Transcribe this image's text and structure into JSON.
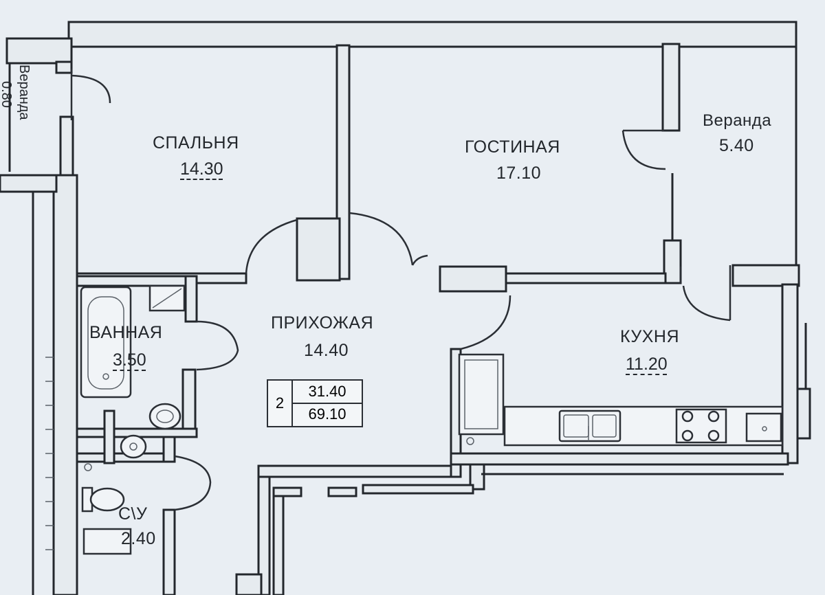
{
  "rooms": {
    "bedroom": {
      "name": "СПАЛЬНЯ",
      "area": "14.30"
    },
    "living": {
      "name": "ГОСТИНАЯ",
      "area": "17.10"
    },
    "veranda_right": {
      "name": "Веранда",
      "area": "5.40"
    },
    "veranda_left": {
      "name": "Веранда",
      "area": "0.80"
    },
    "bathroom": {
      "name": "ВАННАЯ",
      "area": "3.50"
    },
    "hallway": {
      "name": "ПРИХОЖАЯ",
      "area": "14.40"
    },
    "kitchen": {
      "name": "КУХНЯ",
      "area": "11.20"
    },
    "wc": {
      "name": "С\\У",
      "area": "2.40"
    }
  },
  "apartment": {
    "rooms": "2",
    "living_area": "31.40",
    "total_area": "69.10"
  },
  "icons": [
    "door-swing-icon",
    "bathtub-icon",
    "sink-icon",
    "toilet-icon",
    "stove-icon",
    "kitchen-sink-icon"
  ]
}
